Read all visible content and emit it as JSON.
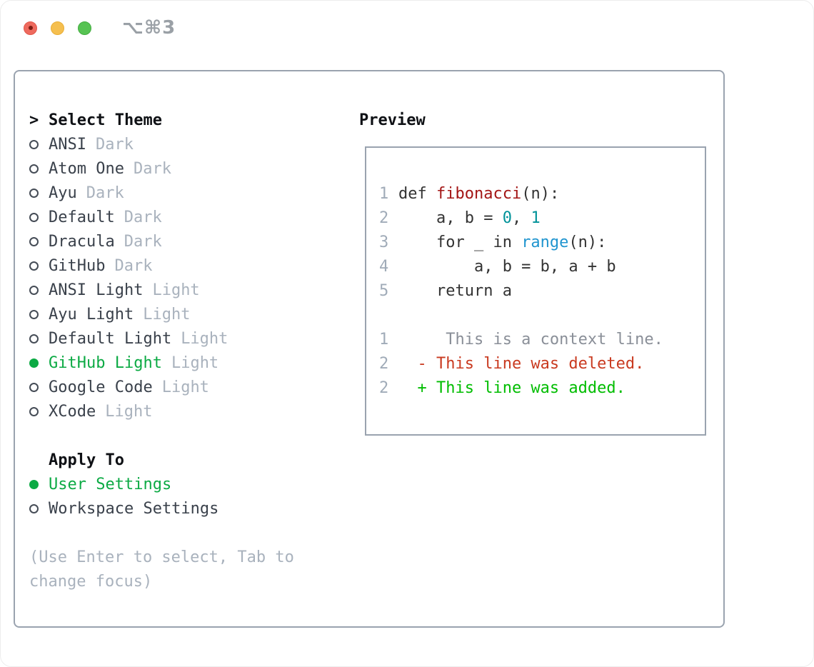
{
  "window": {
    "shortcut_title": "⌥⌘3"
  },
  "colors": {
    "selection_green": "#0caa44",
    "added_green": "#00bd00",
    "deleted_red": "#c93a20",
    "context_gray": "#8a8f98",
    "code_text": "#333333",
    "function_red": "#a31515",
    "number_teal": "#009299",
    "builtin_blue": "#2095cf",
    "line_number_gray": "#a0abb8",
    "muted_gray": "#a9b2bd",
    "border_gray": "#9aa3af",
    "traffic_close": "#ee6a5e",
    "traffic_minimize": "#f5bf4f",
    "traffic_zoom": "#57c353"
  },
  "theme_panel": {
    "header": {
      "prefix": ">",
      "label": "Select Theme"
    },
    "themes": [
      {
        "name": "ANSI",
        "variant": "Dark",
        "selected": false
      },
      {
        "name": "Atom One",
        "variant": "Dark",
        "selected": false
      },
      {
        "name": "Ayu",
        "variant": "Dark",
        "selected": false
      },
      {
        "name": "Default",
        "variant": "Dark",
        "selected": false
      },
      {
        "name": "Dracula",
        "variant": "Dark",
        "selected": false
      },
      {
        "name": "GitHub",
        "variant": "Dark",
        "selected": false
      },
      {
        "name": "ANSI Light",
        "variant": "Light",
        "selected": false
      },
      {
        "name": "Ayu Light",
        "variant": "Light",
        "selected": false
      },
      {
        "name": "Default Light",
        "variant": "Light",
        "selected": false
      },
      {
        "name": "GitHub Light",
        "variant": "Light",
        "selected": true
      },
      {
        "name": "Google Code",
        "variant": "Light",
        "selected": false
      },
      {
        "name": "XCode",
        "variant": "Light",
        "selected": false
      }
    ],
    "apply_to": {
      "label": "Apply To",
      "options": [
        {
          "name": "User Settings",
          "selected": true
        },
        {
          "name": "Workspace Settings",
          "selected": false
        }
      ]
    },
    "help_lines": [
      "(Use Enter to select, Tab to",
      "change focus)"
    ]
  },
  "preview": {
    "label": "Preview",
    "code_lines": [
      {
        "num": "1",
        "segs": {
          "a": "def ",
          "b": "fibonacci",
          "c": "(n):"
        }
      },
      {
        "num": "2",
        "segs": {
          "a": "    a, b = ",
          "b": "0",
          "c": ", ",
          "d": "1"
        }
      },
      {
        "num": "3",
        "segs": {
          "a": "    for _ in ",
          "b": "range",
          "c": "(n):"
        }
      },
      {
        "num": "4",
        "segs": {
          "a": "        a, b = b, a + b"
        }
      },
      {
        "num": "5",
        "segs": {
          "a": "    return a"
        }
      }
    ],
    "diff_lines": [
      {
        "num": "1",
        "kind": "context",
        "text": "     This is a context line."
      },
      {
        "num": "2",
        "kind": "deleted",
        "text": "  - This line was deleted."
      },
      {
        "num": "2",
        "kind": "added",
        "text": "  + This line was added."
      }
    ]
  }
}
